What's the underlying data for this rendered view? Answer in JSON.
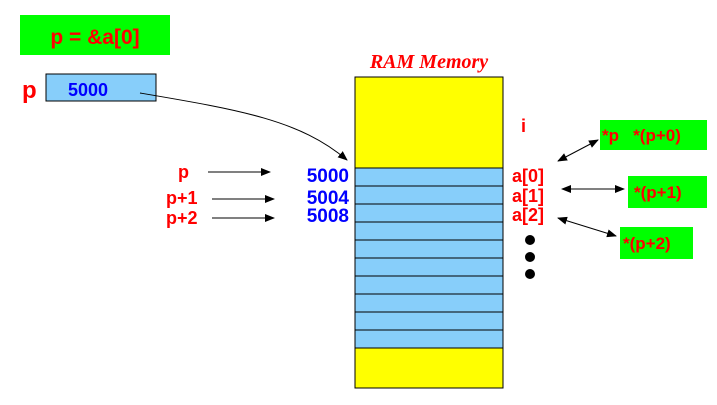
{
  "title_box": {
    "text": "p = &a[0]",
    "bg": "#00ff00",
    "fg": "#ff0000"
  },
  "pointer_var": {
    "name": "p",
    "value": "5000",
    "box_color": "#87cefa"
  },
  "memory": {
    "label": "RAM Memory",
    "top_color": "#ffff00",
    "cell_color": "#87cefa",
    "bottom_color": "#ffff00",
    "cell_count": 10
  },
  "left_pointers": [
    "p",
    "p+1",
    "p+2"
  ],
  "addresses": [
    "5000",
    "5004",
    "5008"
  ],
  "index_label": "i",
  "elements": [
    "a[0]",
    "a[1]",
    "a[2]"
  ],
  "deref_labels": [
    {
      "text": "*p   *(p+0)"
    },
    {
      "text": "*(p+1)"
    },
    {
      "text": "*(p+2)"
    }
  ],
  "colors": {
    "red": "#ff0000",
    "blue": "#0000ff",
    "green": "#00ff00",
    "black": "#000000"
  }
}
